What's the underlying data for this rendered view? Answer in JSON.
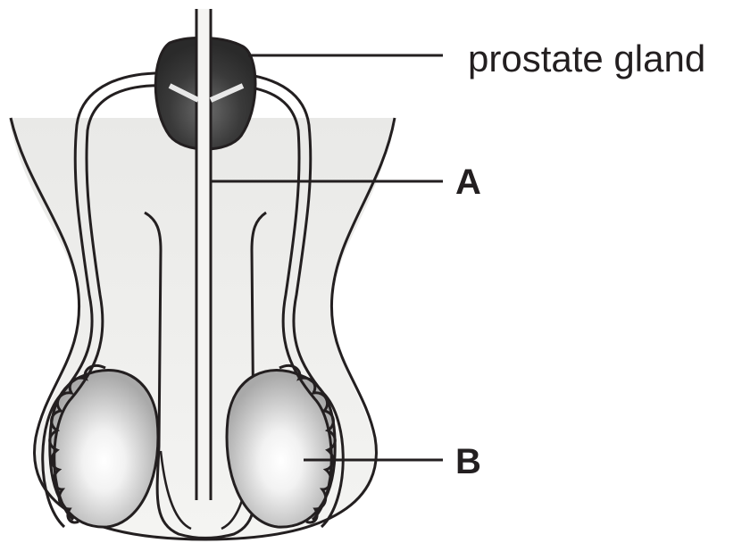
{
  "labels": {
    "prostate": "prostate gland",
    "a": "A",
    "b": "B"
  },
  "colors": {
    "line": "#231f20",
    "prostate_fill": "#3a3a3a",
    "background_wash": "#e6e6e4",
    "testis_shade": "#b4b4b4"
  }
}
